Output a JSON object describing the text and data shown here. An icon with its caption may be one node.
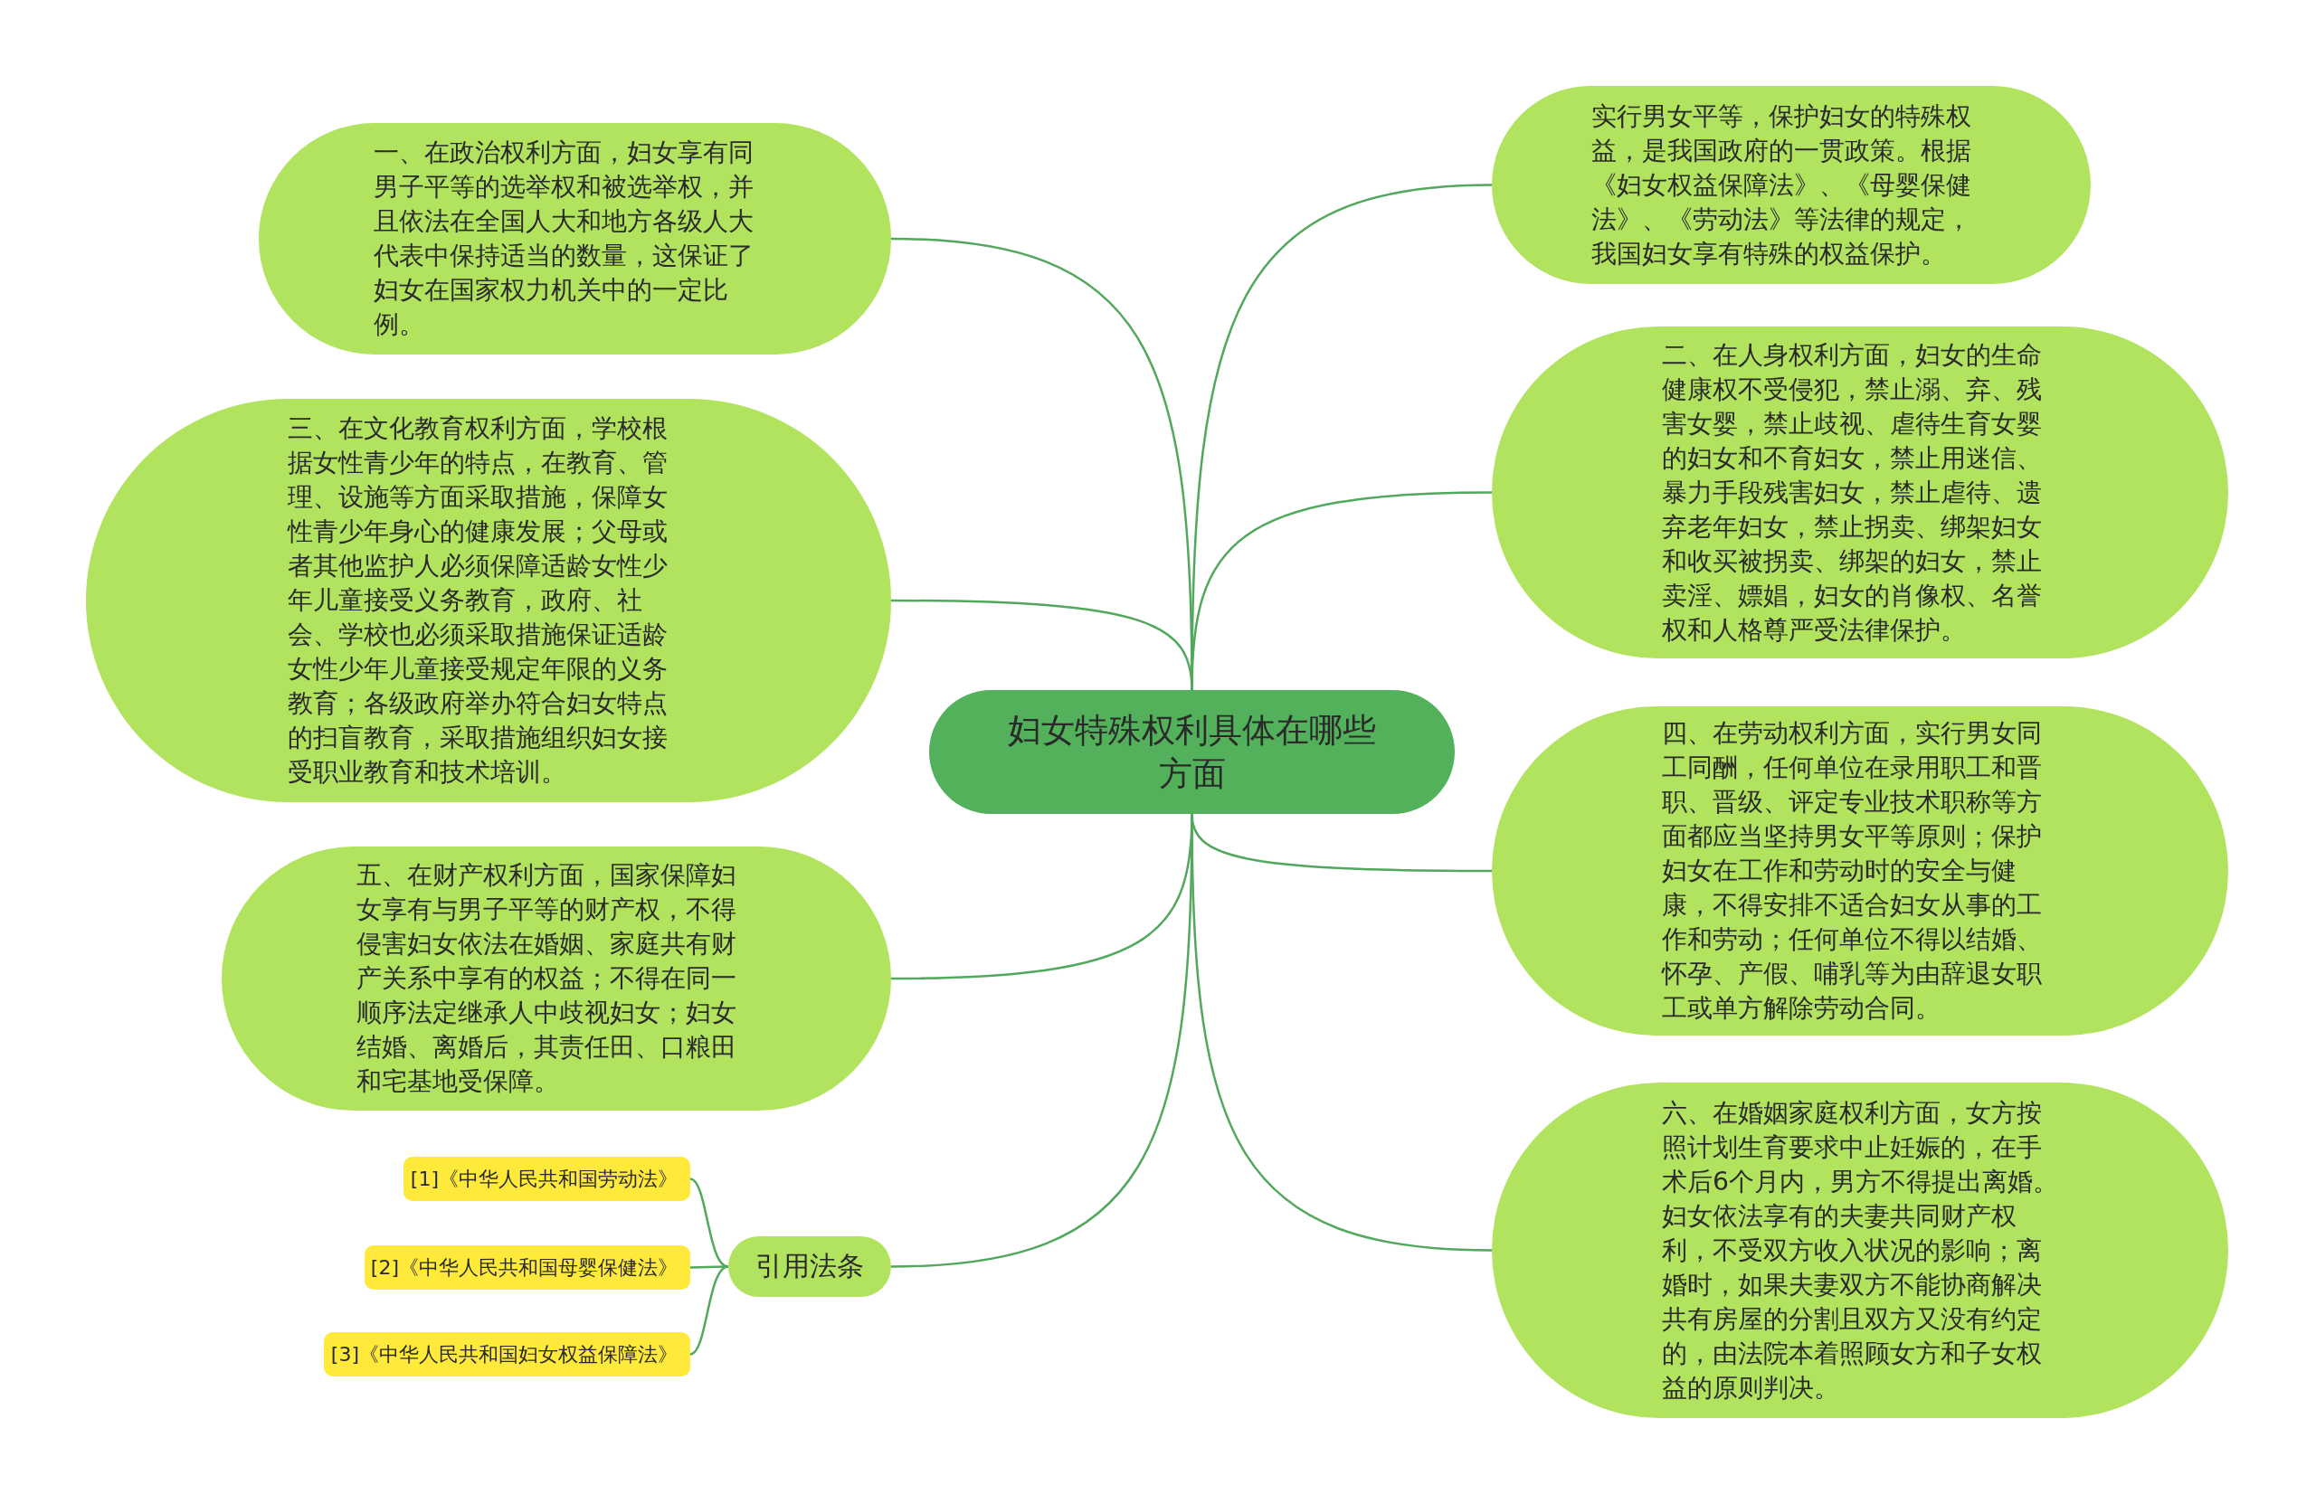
{
  "diagram": {
    "nodes": [
      {
        "text": [
          "妇女特殊权利具体在哪些方面"
        ]
      },
      {
        "text": [
          "一、在政治权利方面，妇女享有同男子平等的选举权和被选举权，并且依法在全国人大和地方各级人大代表中保持适当的数量，这保证了妇女在国家权力机关中的一定比例。"
        ]
      },
      {
        "text": [
          "三、在文化教育权利方面，学校根据女性青少年的特点，在教育、管理、设施等方面采取措施，保障女性青少年身心的健康发展；父母或者其他监护人必须保障适龄女性少年儿童接受义务教育，政府、社会、学校也必须采取措施保证适龄女性少年儿童接受规定年限的义务教育；各级政府举办符合妇女特点的扫盲教育，采取措施组织妇女接受职业教育和技术培训。"
        ]
      },
      {
        "text": [
          "五、在财产权利方面，国家保障妇女享有与男子平等的财产权，不得侵害妇女依法在婚姻、家庭共有财产关系中享有的权益；不得在同一顺序法定继承人中歧视妇女；妇女结婚、离婚后，其责任田、口粮田和宅基地受保障。"
        ]
      },
      {
        "text": [
          "引用法条"
        ]
      },
      {
        "text": [
          "[1]《中华人民共和国劳动法》"
        ]
      },
      {
        "text": [
          "[2]《中华人民共和国母婴保健法》"
        ]
      },
      {
        "text": [
          "[3]《中华人民共和国妇女权益保障法》"
        ]
      },
      {
        "text": [
          "实行男女平等，保护妇女的特殊权益，是我国政府的一贯政策。根据《妇女权益保障法》、《母婴保健法》、《劳动法》等法律的规定，我国妇女享有特殊的权益保护。"
        ]
      },
      {
        "text": [
          "二、在人身权利方面，妇女的生命健康权不受侵犯，禁止溺、弃、残害女婴，禁止歧视、虐待生育女婴的妇女和不育妇女，禁止用迷信、暴力手段残害妇女，禁止虐待、遗弃老年妇女，禁止拐卖、绑架妇女和收买被拐卖、绑架的妇女，禁止卖淫、嫖娼，妇女的肖像权、名誉权和人格尊严受法律保护。"
        ]
      },
      {
        "text": [
          "四、在劳动权利方面，实行男女同工同酬，任何单位在录用职工和晋职、晋级、评定专业技术职称等方面都应当坚持男女平等原则；保护妇女在工作和劳动时的安全与健康，不得安排不适合妇女从事的工作和劳动；任何单位不得以结婚、怀孕、产假、哺乳等为由辞退女职工或单方解除劳动合同。"
        ]
      },
      {
        "text": [
          "六、在婚姻家庭权利方面，女方按照计划生育要求中止妊娠的，在手术后6个月内，男方不得提出离婚。妇女依法享有的夫妻共同财产权利，不受双方收入状况的影响；离婚时，如果夫妻双方不能协商解决共有房屋的分割且双方又没有约定的，由法院本着照顾女方和子女权益的原则判决。"
        ]
      }
    ],
    "edges": [
      {
        "from": 0,
        "to": 1,
        "arrow": "none"
      },
      {
        "from": 0,
        "to": 2,
        "arrow": "none"
      },
      {
        "from": 0,
        "to": 3,
        "arrow": "none"
      },
      {
        "from": 0,
        "to": 4,
        "arrow": "none"
      },
      {
        "from": 4,
        "to": 5,
        "arrow": "none"
      },
      {
        "from": 4,
        "to": 6,
        "arrow": "none"
      },
      {
        "from": 4,
        "to": 7,
        "arrow": "none"
      },
      {
        "from": 0,
        "to": 8,
        "arrow": "none"
      },
      {
        "from": 0,
        "to": 9,
        "arrow": "none"
      },
      {
        "from": 0,
        "to": 10,
        "arrow": "none"
      },
      {
        "from": 0,
        "to": 11,
        "arrow": "none"
      }
    ]
  }
}
